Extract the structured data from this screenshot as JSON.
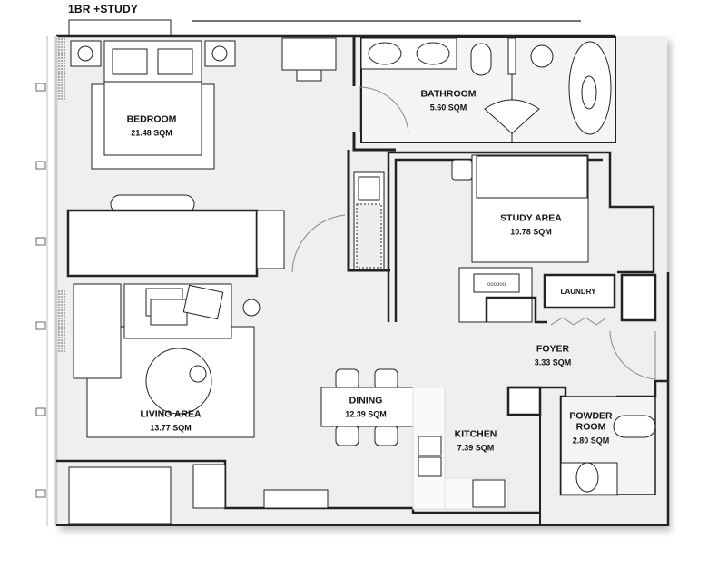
{
  "title": "1BR +STUDY",
  "rooms": {
    "bedroom": {
      "name": "BEDROOM",
      "area": "21.48 SQM"
    },
    "bathroom": {
      "name": "BATHROOM",
      "area": "5.60 SQM"
    },
    "study": {
      "name": "STUDY AREA",
      "area": "10.78 SQM"
    },
    "laundry": {
      "name": "LAUNDRY"
    },
    "foyer": {
      "name": "FOYER",
      "area": "3.33 SQM"
    },
    "living": {
      "name": "LIVING AREA",
      "area": "13.77 SQM"
    },
    "dining": {
      "name": "DINING",
      "area": "12.39 SQM"
    },
    "kitchen": {
      "name": "KITCHEN",
      "area": "7.39 SQM"
    },
    "powder": {
      "name": "POWDER\nROOM",
      "name_line1": "POWDER",
      "name_line2": "ROOM",
      "area": "2.80 SQM"
    }
  },
  "colors": {
    "floor": "#efefef",
    "wall": "#111111",
    "furniture": "#ffffff"
  }
}
